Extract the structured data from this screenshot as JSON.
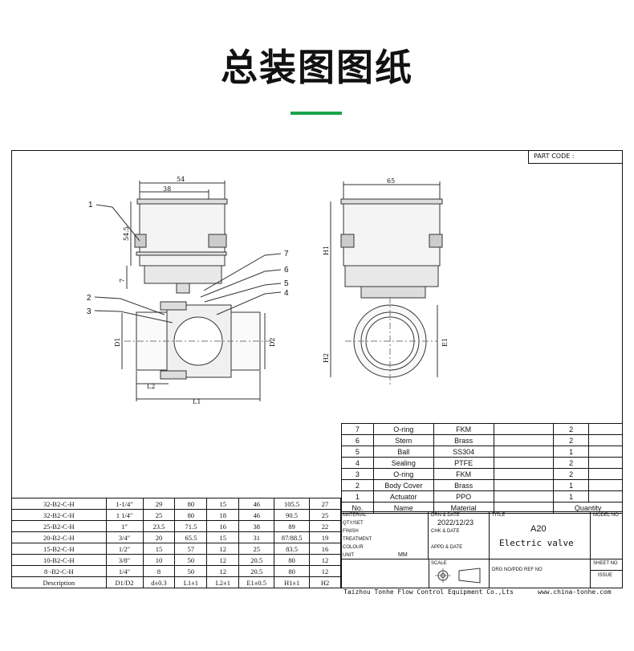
{
  "page_title": "总装图图纸",
  "accent_color": "#1aa34a",
  "part_code_label": "PART CODE :",
  "dimensions": {
    "w54": "54",
    "w38": "38",
    "h54_5": "54.5",
    "h7": "7",
    "d1": "D1",
    "d2": "D2",
    "l1": "L1",
    "l2": "L2",
    "w65": "65",
    "h1": "H1",
    "h2": "H2",
    "e1": "E1"
  },
  "callouts": [
    "1",
    "2",
    "3",
    "4",
    "5",
    "6",
    "7"
  ],
  "parts": {
    "rows": [
      {
        "no": "7",
        "name": "O-ring",
        "material": "FKM",
        "qty": "2"
      },
      {
        "no": "6",
        "name": "Stem",
        "material": "Brass",
        "qty": "2"
      },
      {
        "no": "5",
        "name": "Ball",
        "material": "SS304",
        "qty": "1"
      },
      {
        "no": "4",
        "name": "Sealing",
        "material": "PTFE",
        "qty": "2"
      },
      {
        "no": "3",
        "name": "O-ring",
        "material": "FKM",
        "qty": "2"
      },
      {
        "no": "2",
        "name": "Body Cover",
        "material": "Brass",
        "qty": "1"
      },
      {
        "no": "1",
        "name": "Actuator",
        "material": "PPO",
        "qty": "1"
      }
    ],
    "header": {
      "no": "No.",
      "name": "Name",
      "material": "Material",
      "qty": "Quantity"
    }
  },
  "sizes": {
    "rows": [
      [
        "32-B2-C-H",
        "1-1/4″",
        "29",
        "80",
        "15",
        "46",
        "105.5",
        "27"
      ],
      [
        "32-B2-C-H",
        "1 1/4″",
        "25",
        "80",
        "18",
        "46",
        "90.5",
        "25"
      ],
      [
        "25-B2-C-H",
        "1″",
        "23.5",
        "71.5",
        "16",
        "38",
        "89",
        "22"
      ],
      [
        "20-B2-C-H",
        "3/4″",
        "20",
        "65.5",
        "15",
        "31",
        "87/88.5",
        "19"
      ],
      [
        "15-B2-C-H",
        "1/2″",
        "15",
        "57",
        "12",
        "25",
        "83.5",
        "16"
      ],
      [
        "10-B2-C-H",
        "3/8″",
        "10",
        "50",
        "12",
        "20.5",
        "80",
        "12"
      ],
      [
        "8 -B2-C-H",
        "1/4″",
        "8",
        "50",
        "12",
        "20.5",
        "80",
        "12"
      ]
    ],
    "header": [
      "Description",
      "D1/D2",
      "d±0.3",
      "L1±1",
      "L2±1",
      "E1±0.5",
      "H1±1",
      "H2"
    ]
  },
  "title_block": {
    "left_labels": [
      "MATERIAL",
      "QTY/SET",
      "FINISH",
      "TREATMENT",
      "COLOUR",
      "UNIT"
    ],
    "unit_value": "MM",
    "drn_date_label": "DRN & DATE",
    "drn_date_value": "2022/12/23",
    "chk_date_label": "CHK & DATE",
    "appd_date_label": "APPD & DATE",
    "scale_label": "SCALE",
    "title_label": "TITLE",
    "title_code": "A20",
    "title_name": "Electric valve",
    "model_no_label": "MODEL NO",
    "drg_no_label": "DRG NO/PDD REF NO",
    "sheet_no_label": "SHEET NO",
    "issue_label": "ISSUE"
  },
  "footer": {
    "company": "Taizhou Tonhe Flow Control Equipment Co.,Lts",
    "website": "www.china-tonhe.com"
  }
}
